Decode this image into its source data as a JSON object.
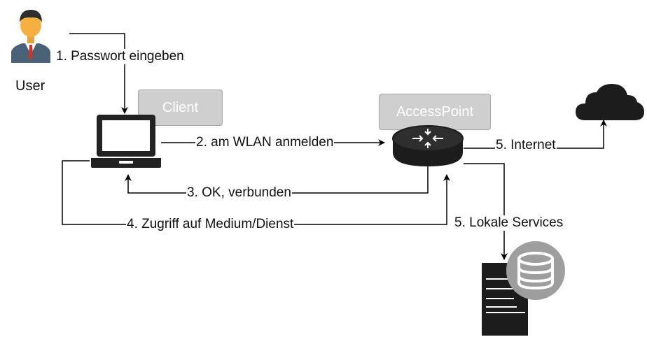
{
  "actors": {
    "user_label": "User",
    "client_label": "Client",
    "accesspoint_label": "AccessPoint"
  },
  "steps": {
    "s1": "1. Passwort eingeben",
    "s2": "2. am WLAN anmelden",
    "s3": "3. OK, verbunden",
    "s4": "4. Zugriff auf Medium/Dienst",
    "s5_internet": "5. Internet",
    "s5_local": "5. Lokale Services"
  },
  "icons": {
    "user": "user-avatar-icon",
    "laptop": "laptop-icon",
    "router": "router-icon",
    "cloud": "cloud-icon",
    "server": "server-icon",
    "database": "database-icon"
  },
  "colors": {
    "tag_fill": "#cfcfcf",
    "device": "#222222",
    "db_circle": "#9e9e9e",
    "skin": "#f5b041",
    "suit": "#4a6278"
  }
}
